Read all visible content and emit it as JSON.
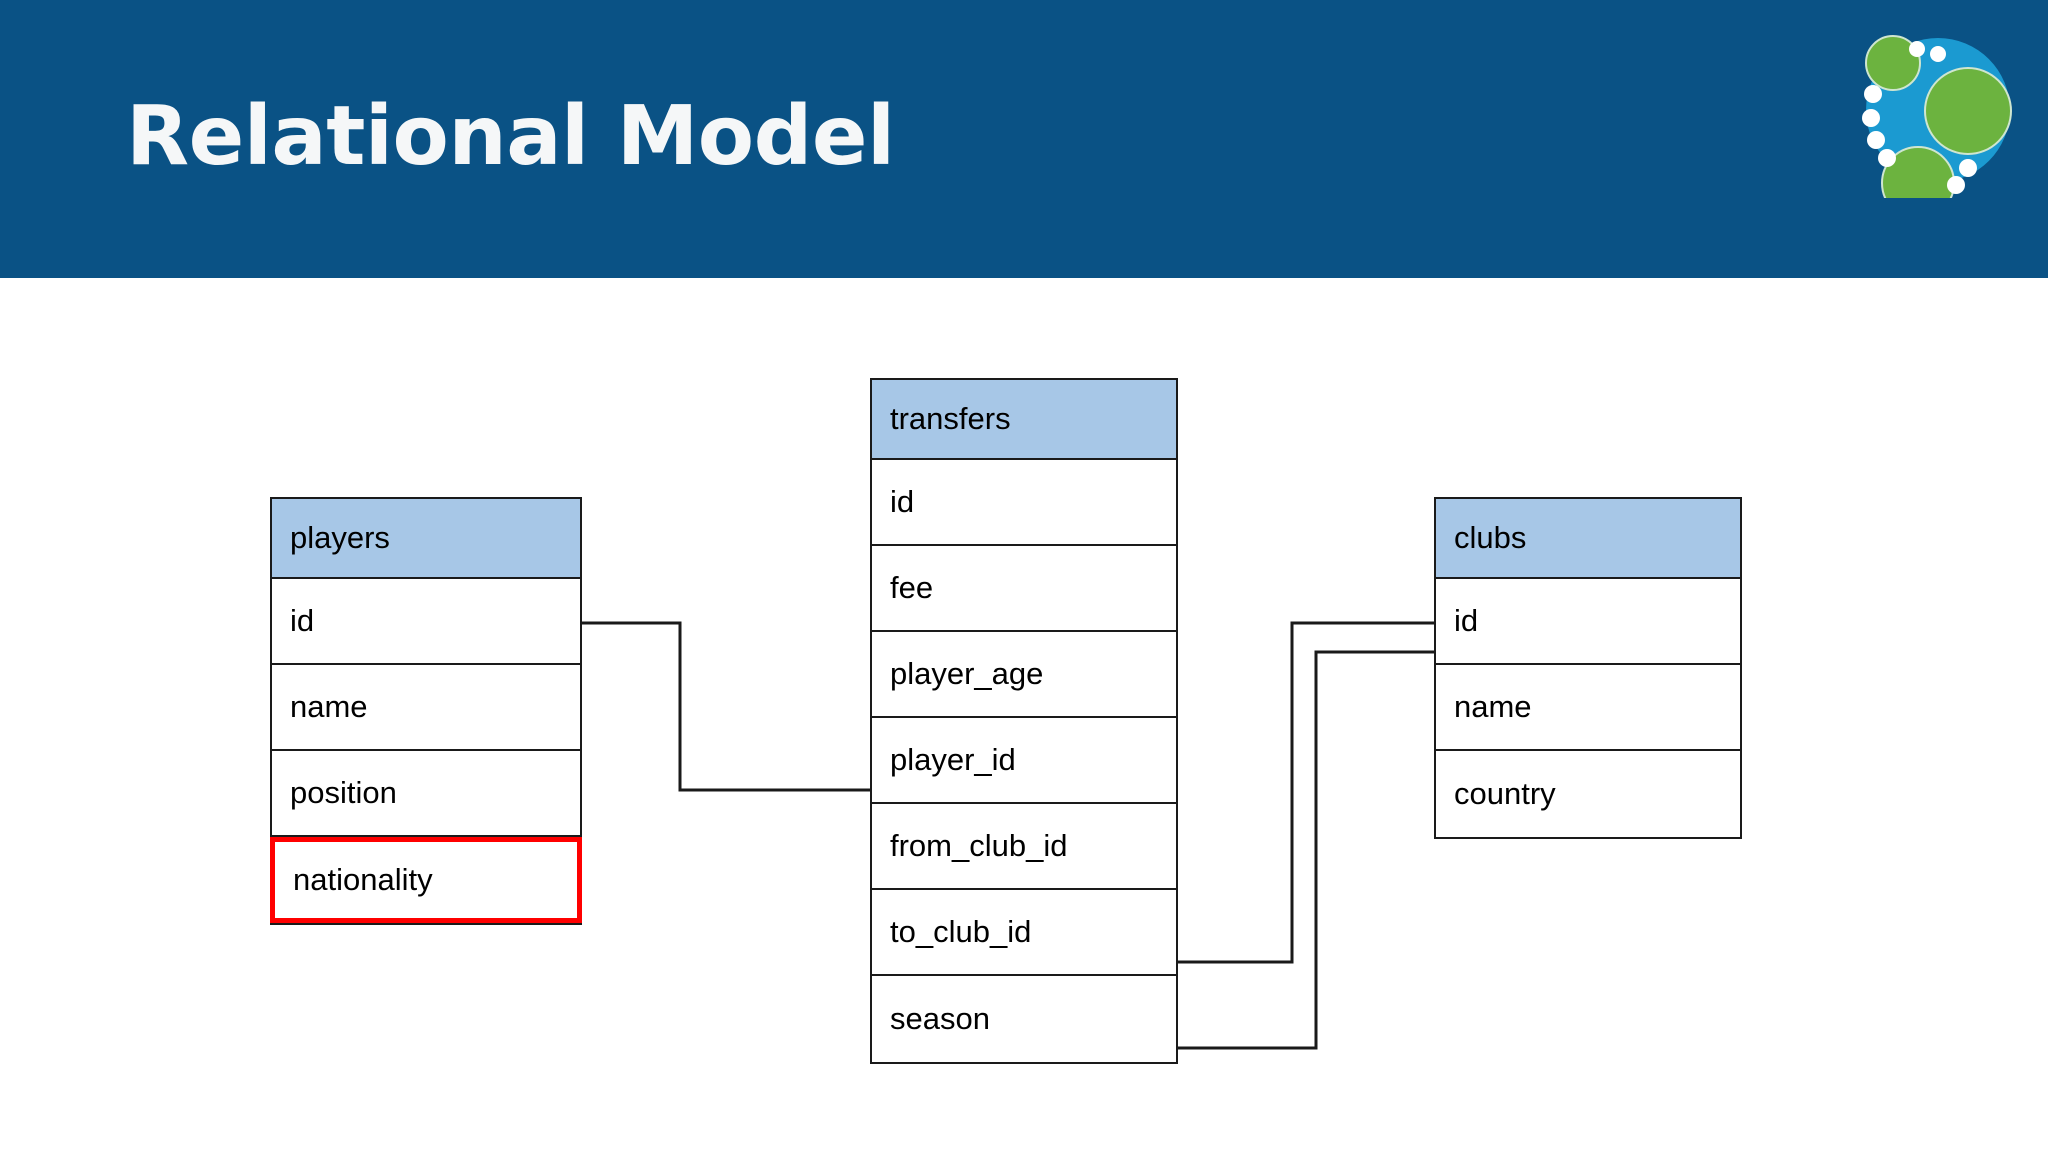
{
  "header": {
    "title": "Relational Model",
    "background_color": "#0A5285",
    "title_color": "#F5F7F8"
  },
  "logo": {
    "name": "graph-database-logo",
    "circle_color": "#1B9AD1",
    "node_color": "#6CB33F",
    "dot_color": "#FFFFFF"
  },
  "diagram": {
    "type": "entity-relationship",
    "header_fill": "#A7C7E7",
    "border_color": "#1A1A1A",
    "highlight_color": "#FF0000",
    "tables": [
      {
        "name": "players",
        "columns": [
          {
            "label": "id",
            "highlighted": false
          },
          {
            "label": "name",
            "highlighted": false
          },
          {
            "label": "position",
            "highlighted": false
          },
          {
            "label": "nationality",
            "highlighted": true
          }
        ]
      },
      {
        "name": "transfers",
        "columns": [
          {
            "label": "id",
            "highlighted": false
          },
          {
            "label": "fee",
            "highlighted": false
          },
          {
            "label": "player_age",
            "highlighted": false
          },
          {
            "label": "player_id",
            "highlighted": false
          },
          {
            "label": "from_club_id",
            "highlighted": false
          },
          {
            "label": "to_club_id",
            "highlighted": false
          },
          {
            "label": "season",
            "highlighted": false
          }
        ]
      },
      {
        "name": "clubs",
        "columns": [
          {
            "label": "id",
            "highlighted": false
          },
          {
            "label": "name",
            "highlighted": false
          },
          {
            "label": "country",
            "highlighted": false
          }
        ]
      }
    ],
    "relationships": [
      {
        "from": "players.id",
        "to": "transfers.player_id"
      },
      {
        "from": "transfers.from_club_id",
        "to": "clubs.id"
      },
      {
        "from": "transfers.to_club_id",
        "to": "clubs.id"
      }
    ]
  }
}
